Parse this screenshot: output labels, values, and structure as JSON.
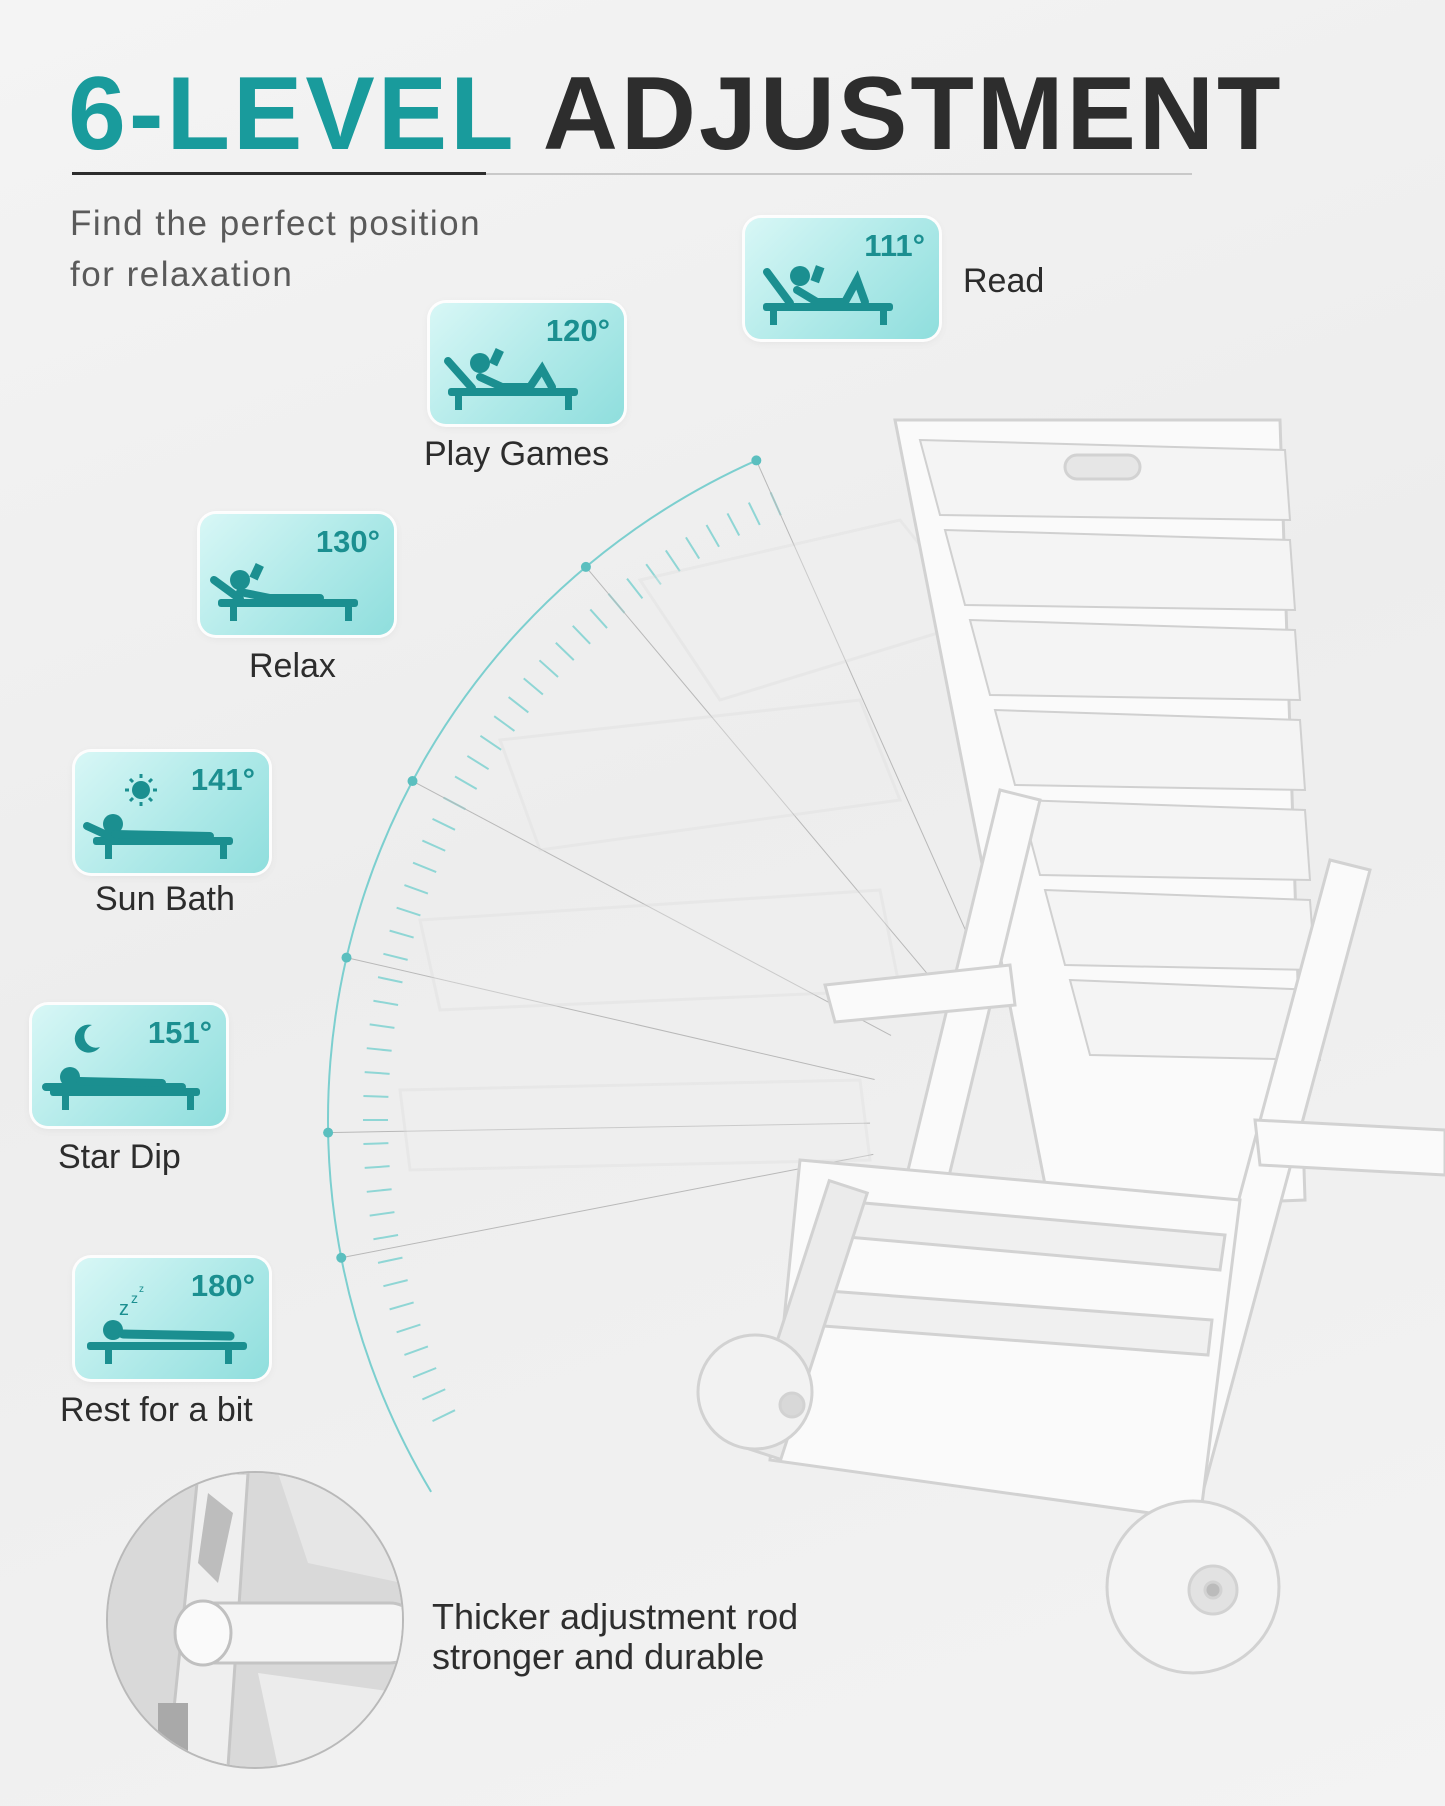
{
  "header": {
    "title_accent": "6-LEVEL",
    "title_rest": "ADJUSTMENT",
    "subtitle_line1": "Find the perfect position",
    "subtitle_line2": "for relaxation"
  },
  "positions": [
    {
      "angle": "111°",
      "label": "Read",
      "icon": "reading-person-icon"
    },
    {
      "angle": "120°",
      "label": "Play Games",
      "icon": "gaming-person-icon"
    },
    {
      "angle": "130°",
      "label": "Relax",
      "icon": "relaxing-person-icon"
    },
    {
      "angle": "141°",
      "label": "Sun Bath",
      "icon": "sunbathing-person-icon"
    },
    {
      "angle": "151°",
      "label": "Star Dip",
      "icon": "stargazing-person-icon"
    },
    {
      "angle": "180°",
      "label": "Rest for a bit",
      "icon": "sleeping-person-icon"
    }
  ],
  "detail": {
    "note_line1": "Thicker adjustment rod",
    "note_line2": "stronger and durable",
    "image": "adjustment-rod-closeup"
  },
  "colors": {
    "accent": "#199b9c",
    "card_light": "#d8f7f6",
    "card_dark": "#8fdedd",
    "icon": "#1b8f90",
    "text": "#2d2d2d"
  }
}
